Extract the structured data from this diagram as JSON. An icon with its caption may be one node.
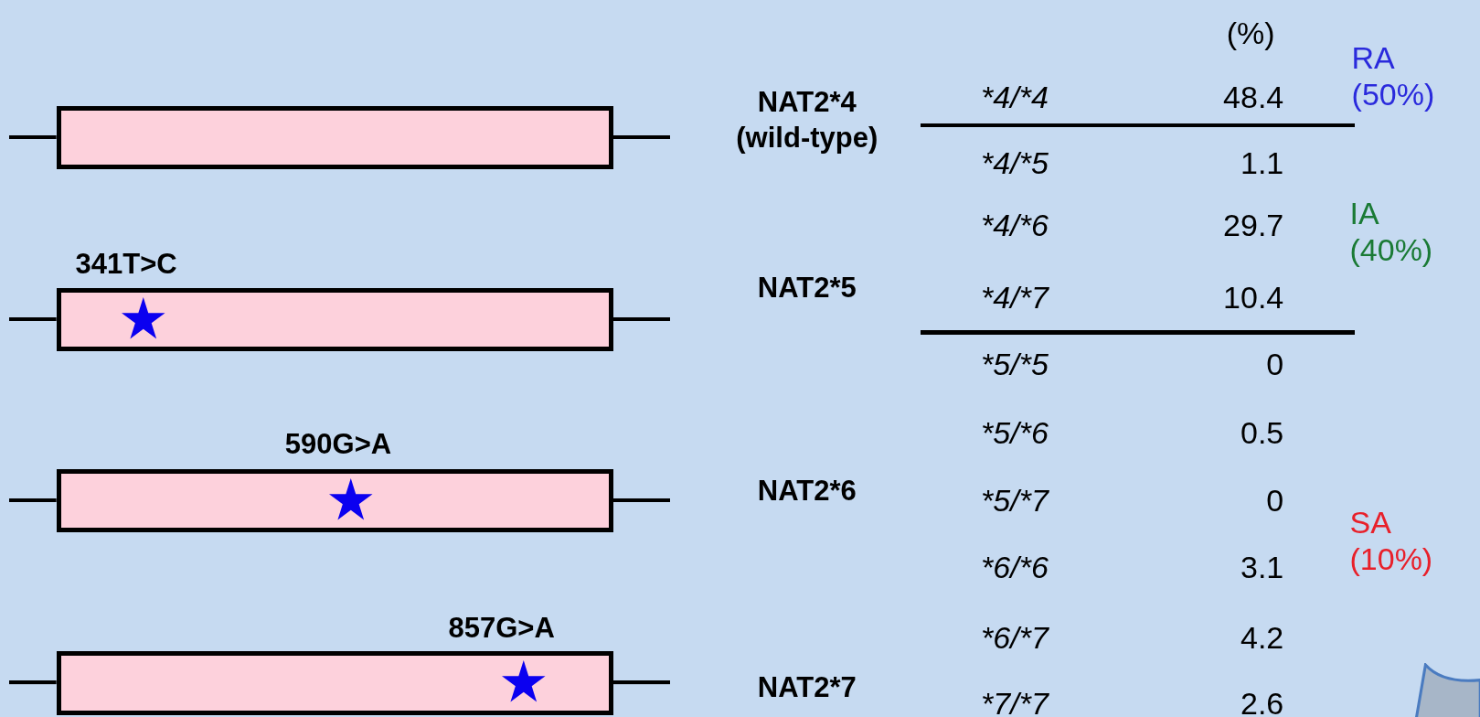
{
  "diagram": {
    "nodes": [
      {
        "text": [],
        "shape": "bar"
      },
      {
        "text": [],
        "shape": "bar",
        "beside": [
          "341T>C"
        ]
      },
      {
        "text": [],
        "shape": "bar",
        "beside": [
          "590G>A"
        ]
      },
      {
        "text": [],
        "shape": "bar",
        "beside": [
          "857G>A"
        ]
      }
    ],
    "labels": [
      "NAT2*4 (wild-type)",
      "NAT2*5",
      "NAT2*6",
      "NAT2*7",
      "(%)",
      "RA (50%)",
      "*4/*4",
      "48.4",
      "*4/*5",
      "1.1",
      "*4/*6",
      "29.7",
      "IA (40%)",
      "*4/*7",
      "10.4",
      "*5/*5",
      "0",
      "*5/*6",
      "0.5",
      "*5/*7",
      "0",
      "SA (10%)",
      "*6/*6",
      "3.1",
      "*6/*7",
      "4.2",
      "*7/*7",
      "2.6"
    ]
  }
}
